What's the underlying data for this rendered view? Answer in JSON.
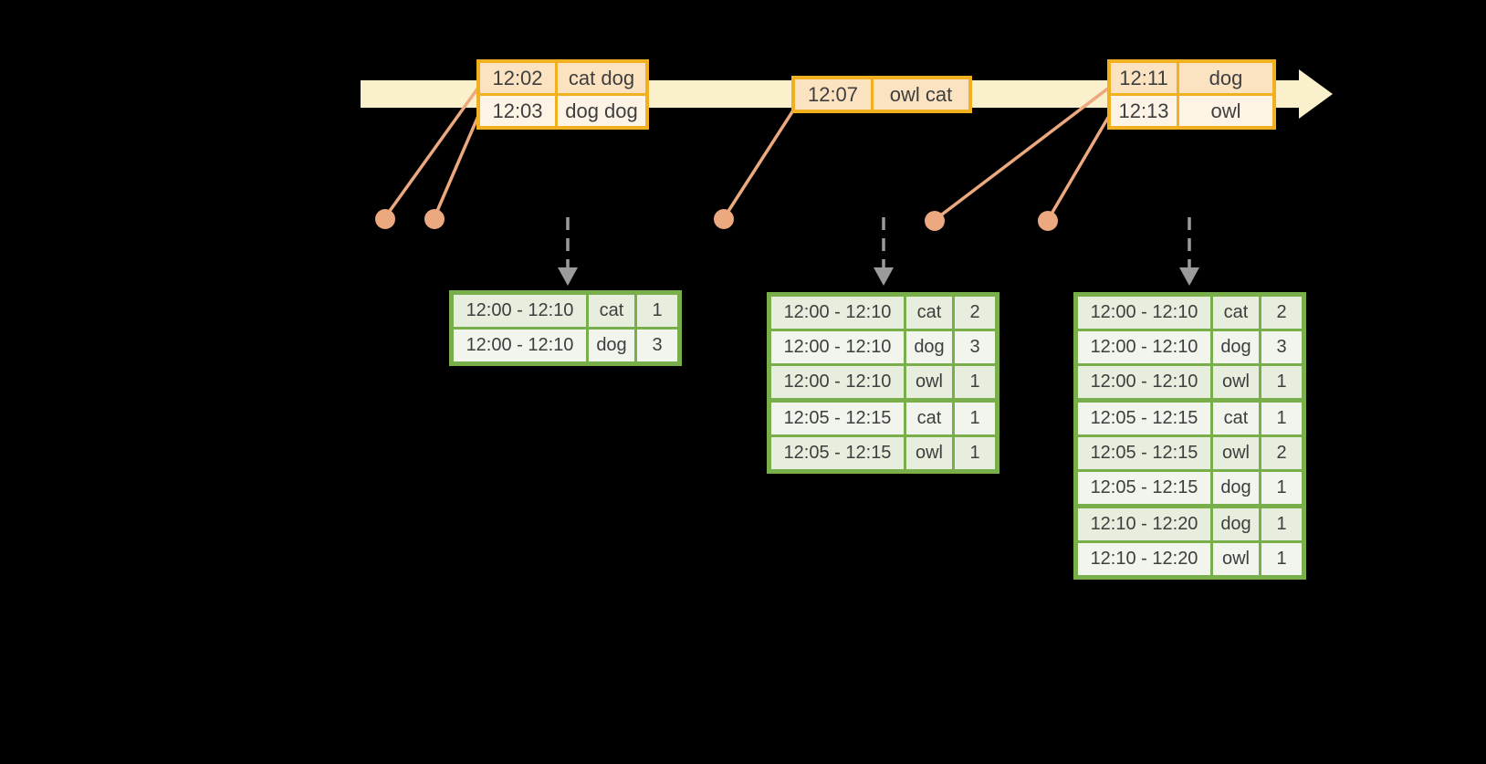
{
  "colors": {
    "background": "#000000",
    "timeline_fill": "#faf0cc",
    "event_table_border": "#f0b01f",
    "event_row_peach": "#fbe3c2",
    "event_row_cream": "#fdf4e6",
    "connector_salmon": "#eca87f",
    "trigger_arrow_gray": "#9b9b9b",
    "result_table_border": "#79af4a",
    "result_row_dark": "#e7eedd",
    "result_row_light": "#f1f5ed",
    "text": "#3e3e3e"
  },
  "event_tables": [
    {
      "rows": [
        {
          "time": "12:02",
          "words": "cat dog"
        },
        {
          "time": "12:03",
          "words": "dog dog"
        }
      ]
    },
    {
      "rows": [
        {
          "time": "12:07",
          "words": "owl cat"
        }
      ]
    },
    {
      "rows": [
        {
          "time": "12:11",
          "words": "dog"
        },
        {
          "time": "12:13",
          "words": "owl"
        }
      ]
    }
  ],
  "result_tables": [
    {
      "rows": [
        {
          "window": "12:00 - 12:10",
          "word": "cat",
          "count": "1"
        },
        {
          "window": "12:00 - 12:10",
          "word": "dog",
          "count": "3"
        }
      ]
    },
    {
      "rows": [
        {
          "window": "12:00 - 12:10",
          "word": "cat",
          "count": "2"
        },
        {
          "window": "12:00 - 12:10",
          "word": "dog",
          "count": "3"
        },
        {
          "window": "12:00 - 12:10",
          "word": "owl",
          "count": "1"
        },
        {
          "window": "12:05 - 12:15",
          "word": "cat",
          "count": "1"
        },
        {
          "window": "12:05 - 12:15",
          "word": "owl",
          "count": "1"
        }
      ]
    },
    {
      "rows": [
        {
          "window": "12:00 - 12:10",
          "word": "cat",
          "count": "2"
        },
        {
          "window": "12:00 - 12:10",
          "word": "dog",
          "count": "3"
        },
        {
          "window": "12:00 - 12:10",
          "word": "owl",
          "count": "1"
        },
        {
          "window": "12:05 - 12:15",
          "word": "cat",
          "count": "1"
        },
        {
          "window": "12:05 - 12:15",
          "word": "owl",
          "count": "2"
        },
        {
          "window": "12:05 - 12:15",
          "word": "dog",
          "count": "1"
        },
        {
          "window": "12:10 - 12:20",
          "word": "dog",
          "count": "1"
        },
        {
          "window": "12:10 - 12:20",
          "word": "owl",
          "count": "1"
        }
      ]
    }
  ]
}
